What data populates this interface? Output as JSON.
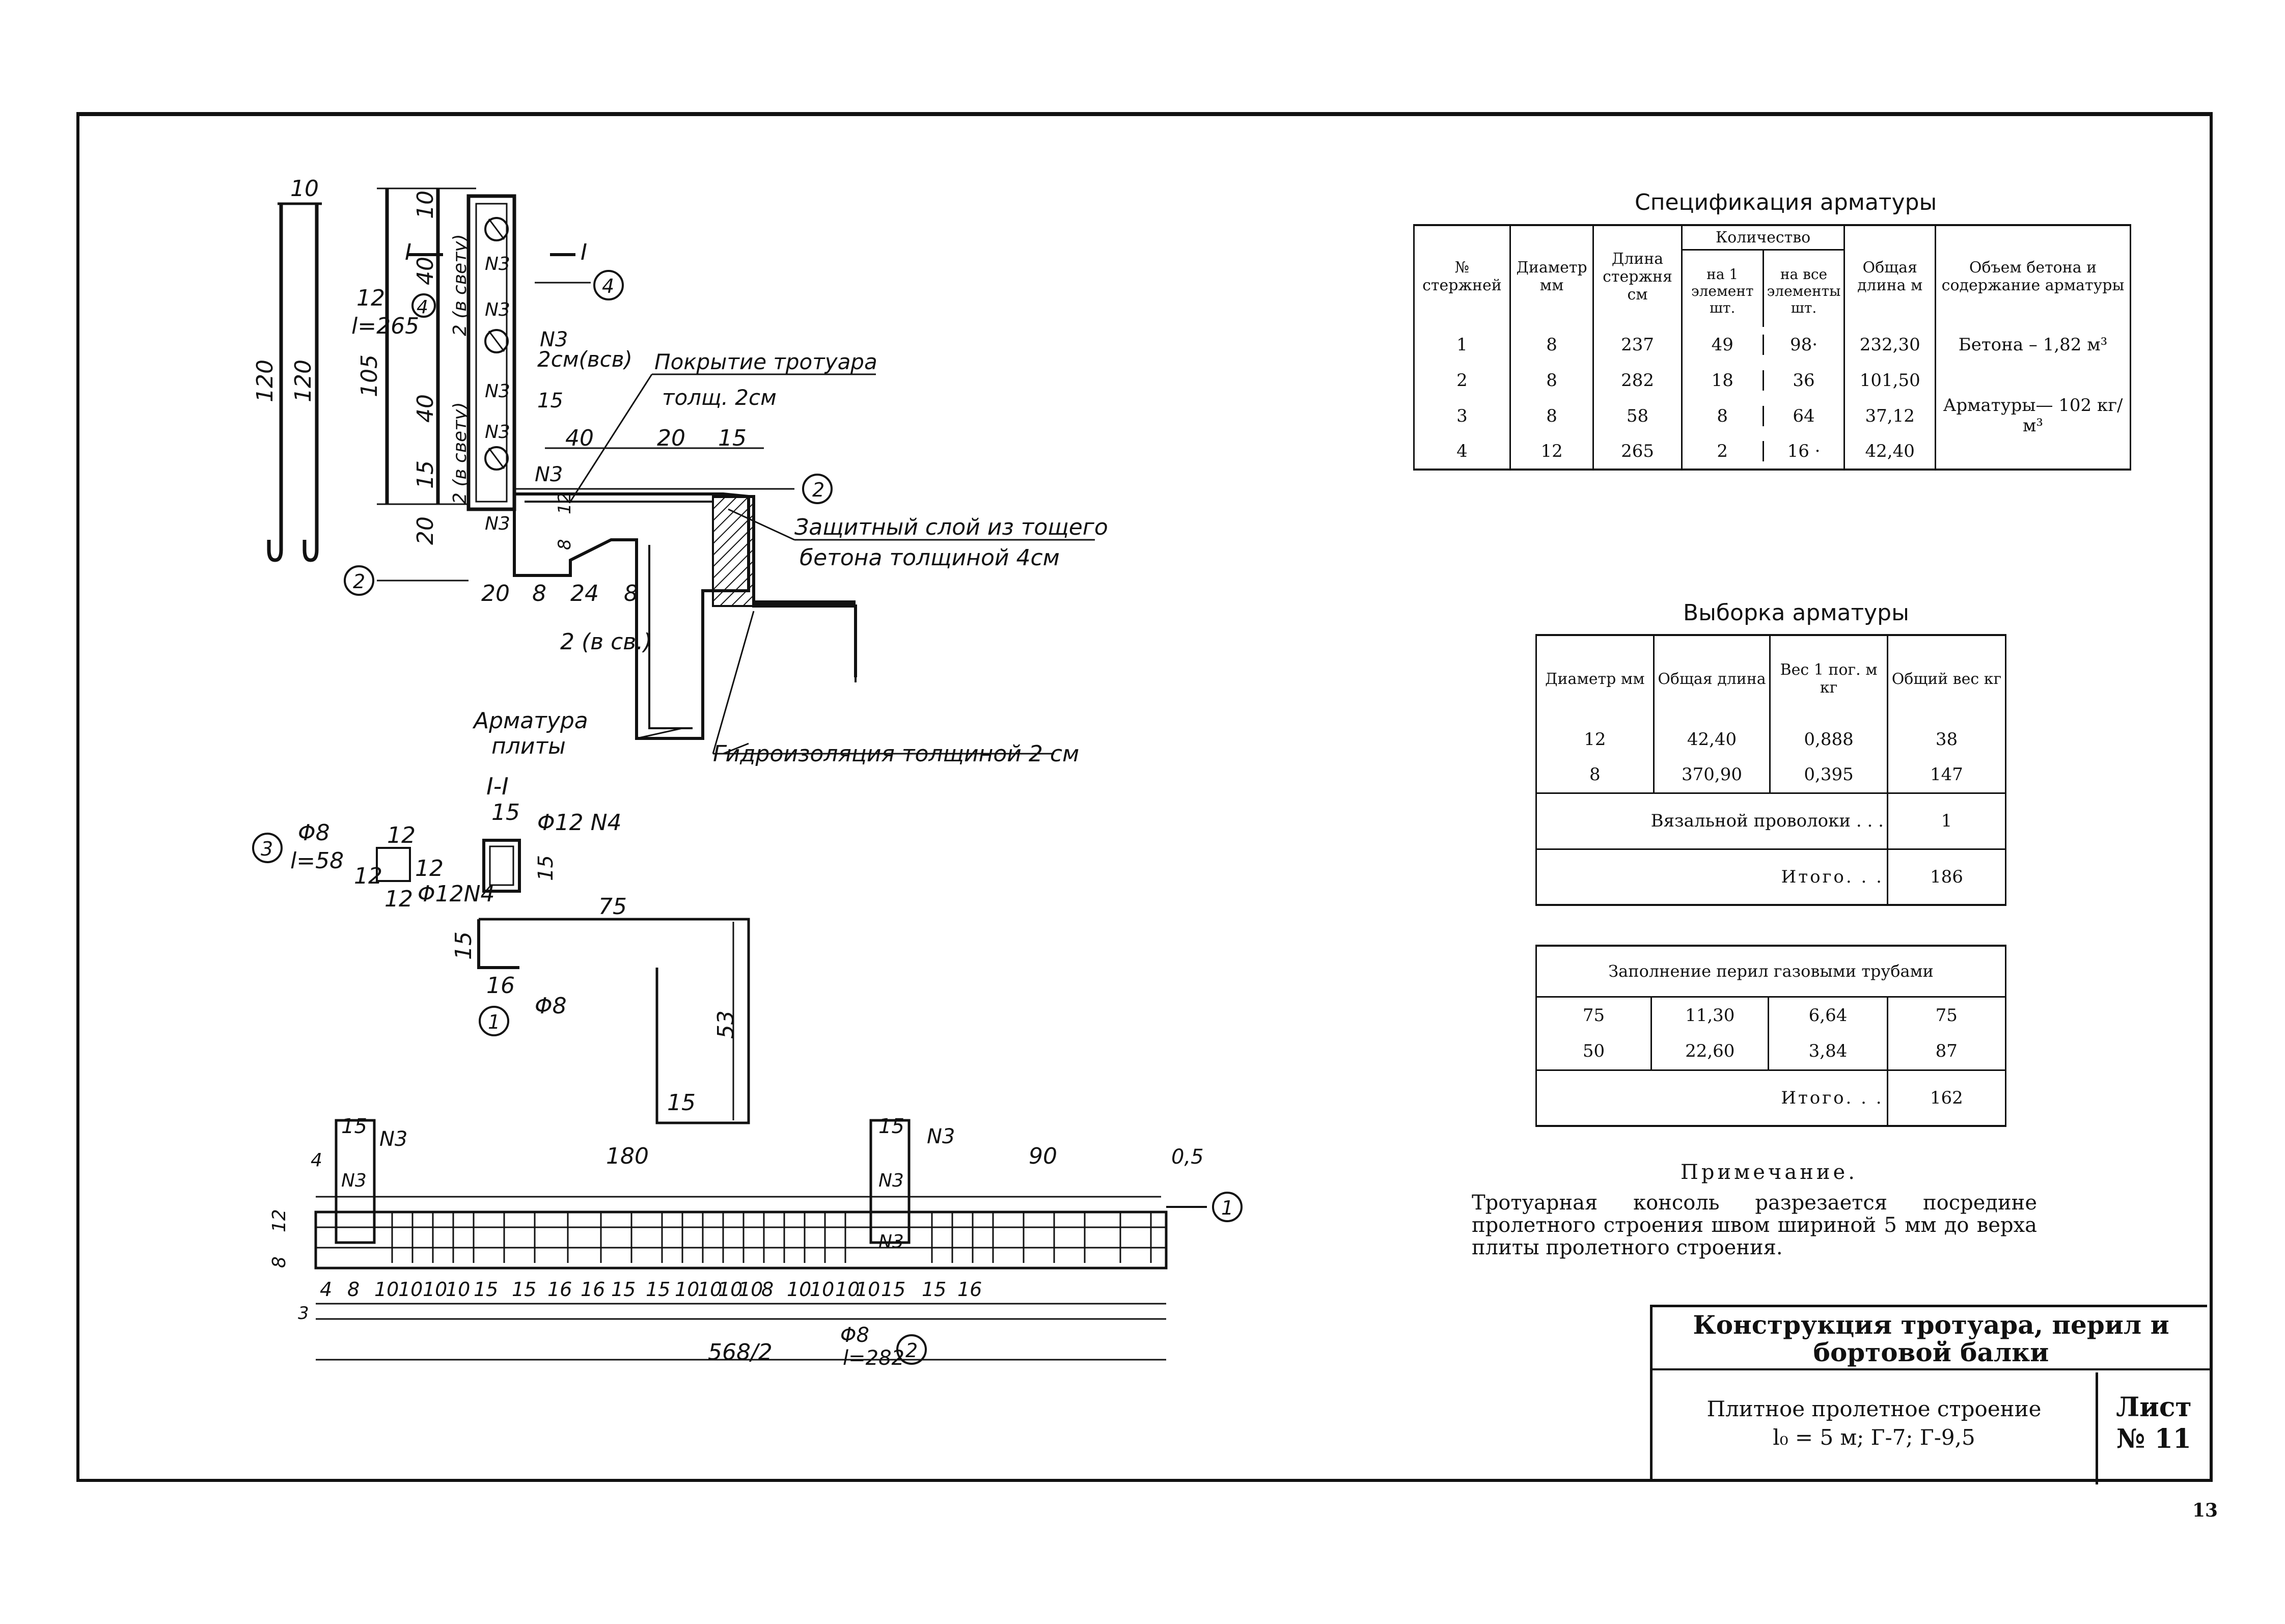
{
  "page_number": "13",
  "spec": {
    "title": "Спецификация арматуры",
    "headers": {
      "no": "№ стержней",
      "diam": "Диаметр мм",
      "len": "Длина стержня см",
      "qty": "Количество",
      "qty_one": "на 1 элемент шт.",
      "qty_all": "на все элементы шт.",
      "total": "Общая длина м",
      "vol": "Объем бетона и содержание арматуры"
    },
    "rows": [
      {
        "n": "1",
        "d": "8",
        "l": "237",
        "q1": "49",
        "qa": "98·",
        "t": "232,30"
      },
      {
        "n": "2",
        "d": "8",
        "l": "282",
        "q1": "18",
        "qa": "36",
        "t": "101,50"
      },
      {
        "n": "3",
        "d": "8",
        "l": "58",
        "q1": "8",
        "qa": "64",
        "t": "37,12"
      },
      {
        "n": "4",
        "d": "12",
        "l": "265",
        "q1": "2",
        "qa": "16 ·",
        "t": "42,40"
      }
    ],
    "concrete": "Бетона – 1,82 м³",
    "reinforcement": "Арматуры— 102 кг/м³"
  },
  "selection": {
    "title": "Выборка арматуры",
    "headers": {
      "diam": "Диаметр мм",
      "len": "Общая длина",
      "w1": "Вес 1 пог. м кг",
      "wt": "Общий вес кг"
    },
    "rows": [
      {
        "d": "12",
        "l": "42,40",
        "w": "0,888",
        "t": "38"
      },
      {
        "d": "8",
        "l": "370,90",
        "w": "0,395",
        "t": "147"
      }
    ],
    "wire_label": "Вязальной проволоки . . .",
    "wire_value": "1",
    "total_label": "Итого. . .",
    "total_value": "186",
    "pipes_title": "Заполнение перил газовыми трубами",
    "pipes": [
      {
        "d": "75",
        "l": "11,30",
        "w": "6,64",
        "t": "75"
      },
      {
        "d": "50",
        "l": "22,60",
        "w": "3,84",
        "t": "87"
      }
    ],
    "pipes_total_label": "Итого. . .",
    "pipes_total_value": "162"
  },
  "note": {
    "title": "Примечание.",
    "text": "Тротуарная консоль разрезается посредине пролетного строения швом шириной 5 мм до верха плиты пролетного строения."
  },
  "stamp": {
    "title": "Конструкция тротуара, перил и бортовой балки",
    "subtitle1": "Плитное пролетное строение",
    "subtitle2": "l₀ = 5 м; Г-7; Г-9,5",
    "sheet_label": "Лист",
    "sheet_no": "№ 11"
  },
  "drawing": {
    "bar10": "10",
    "bar120a": "120",
    "bar120b": "120",
    "d12": "12",
    "l265": "l=265",
    "circ4": "4",
    "dim10": "10",
    "dim40a": "40",
    "dim105": "105",
    "dim40b": "40",
    "dim15": "15",
    "dim20": "20",
    "svetu1": "2 (в свету)",
    "svetu2": "2 (в свету)",
    "sec_I1": "I",
    "sec_I2": "I",
    "N3a": "N3",
    "N3b": "N3",
    "N3c": "N3",
    "N3d": "N3",
    "N3e": "N3",
    "N3f": "N3",
    "n3_label": "N3",
    "cm2": "2см(вcв)",
    "n15": "15",
    "pokr1": "Покрытие тротуара",
    "pokr2": "толщ. 2см",
    "d40": "40",
    "d20": "20",
    "d15": "15",
    "circ2": "2",
    "zash1": "Защитный слой из тощего",
    "zash2": "бетона толщиной 4см",
    "d12v": "12",
    "d8v": "8",
    "b20": "20",
    "b8a": "8",
    "b24": "24",
    "b8b": "8",
    "b2sv": "2 (в св.)",
    "arm1": "Арматура",
    "arm2": "плиты",
    "gidro": "Гидроизоляция толщиной 2 см",
    "circ2b": "2",
    "secII": "I-I",
    "s15": "15",
    "sN4": "Φ12 N4",
    "s15v": "15",
    "sN4b": "Φ12N4",
    "c3": "3",
    "c3d": "Φ8",
    "c3l": "l=58",
    "c3a": "12",
    "c3b": "12",
    "c3c": "12",
    "c3e": "12",
    "h75": "75",
    "h15": "15",
    "h16": "16",
    "h53": "53",
    "h15b": "15",
    "c1": "1",
    "c1d": "Φ8",
    "p15a": "15",
    "pN3a": "N3",
    "p4": "4",
    "pN3b": "N3",
    "p180": "180",
    "p15b": "15",
    "pN3c": "N3",
    "pN3d": "N3",
    "p90": "90",
    "p05": "0,5",
    "pN3e": "N3",
    "p12": "12",
    "p8": "8",
    "pc1": "1",
    "bottom_dims": [
      "4",
      "8",
      "10",
      "10",
      "10",
      "10",
      "15",
      "15",
      "16",
      "16",
      "15",
      "15",
      "10",
      "10",
      "10",
      "10",
      "8",
      "10",
      "10",
      "10",
      "10",
      "15",
      "15",
      "16"
    ],
    "p3": "3",
    "p568": "568/2",
    "pd8": "Φ8",
    "pl282": "l=282",
    "pc2": "2"
  }
}
